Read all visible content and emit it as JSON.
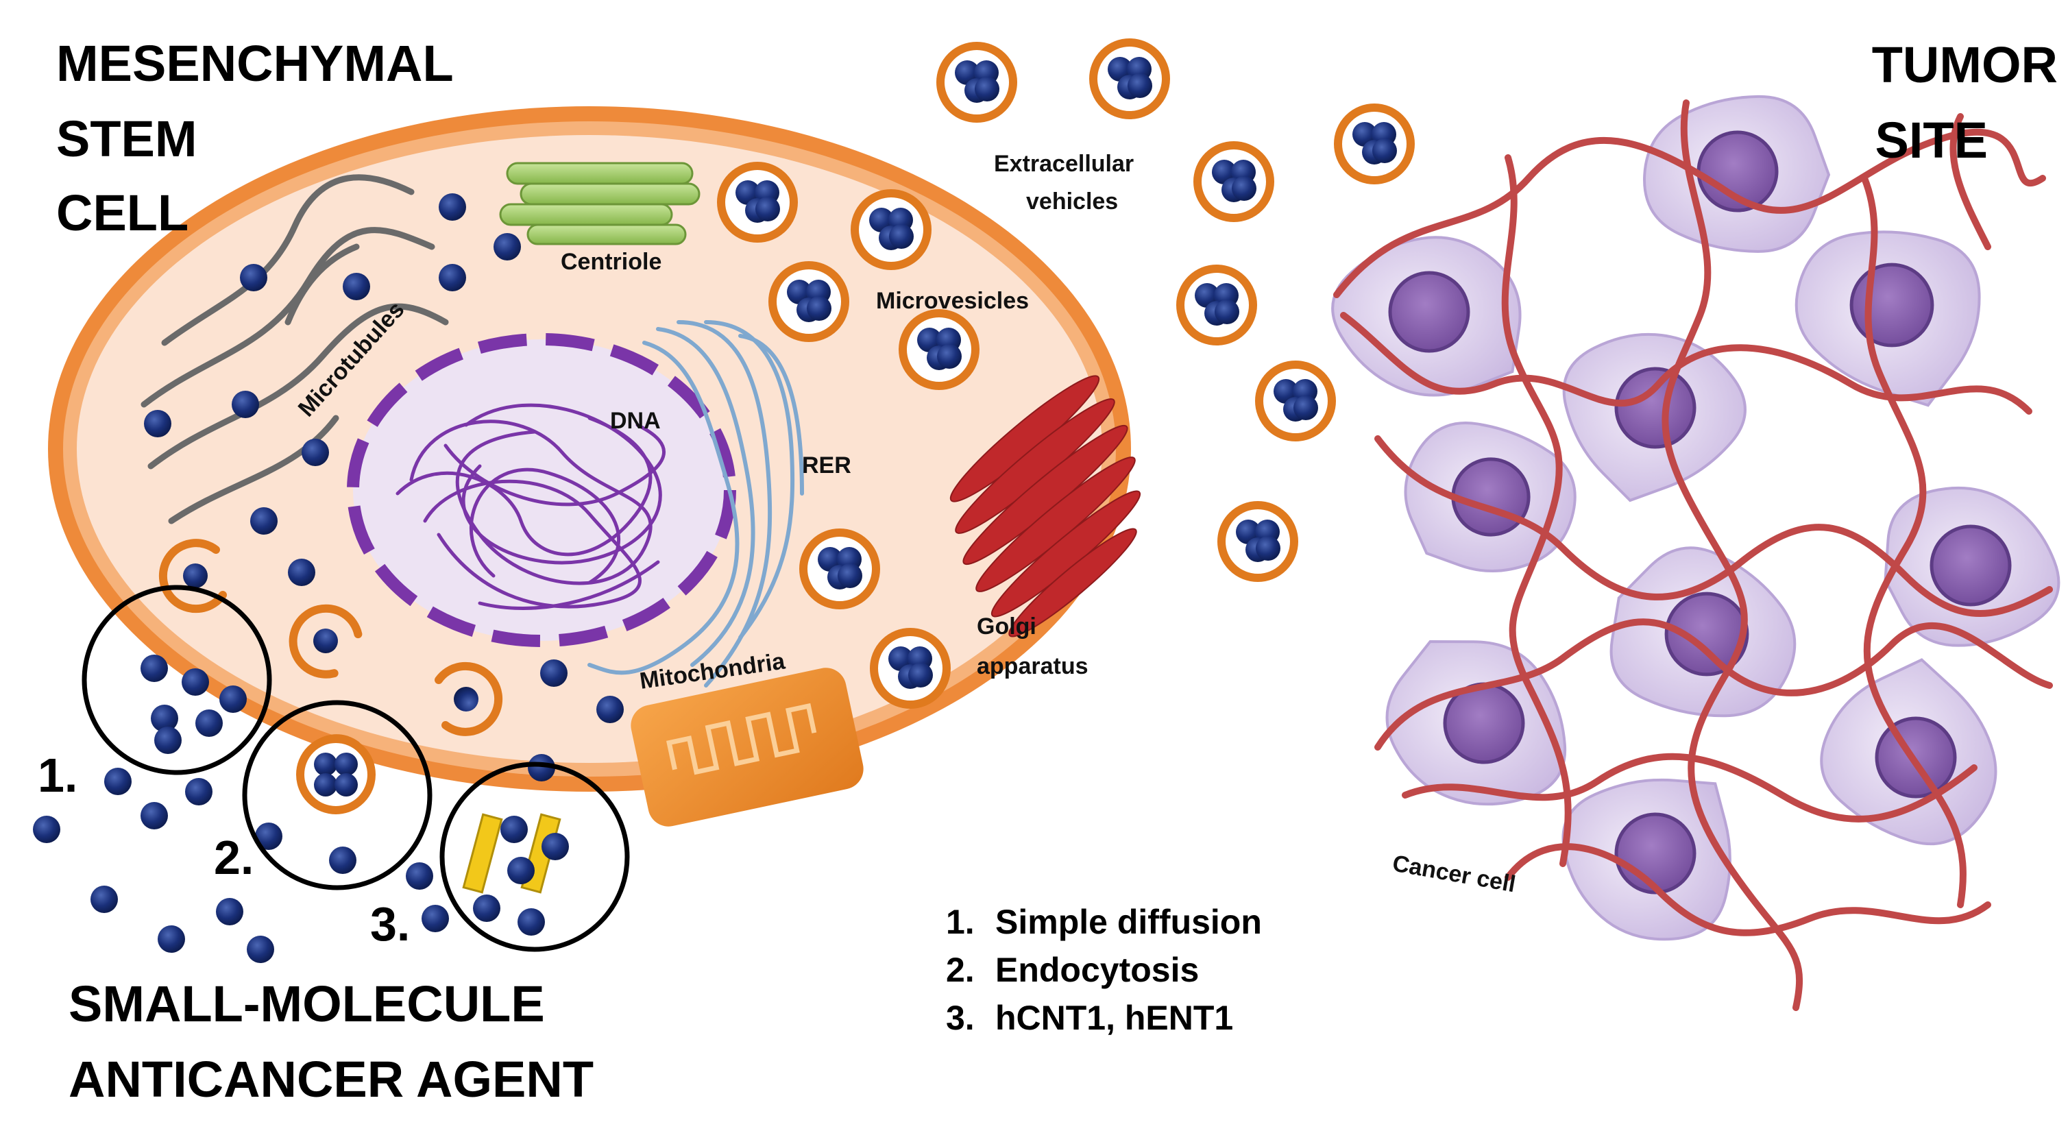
{
  "titles": {
    "msc": [
      "MESENCHYMAL",
      "STEM",
      "CELL"
    ],
    "tumor": [
      "TUMOR",
      "SITE"
    ],
    "agent": [
      "SMALL-MOLECULE",
      "ANTICANCER AGENT"
    ]
  },
  "labels": {
    "microtubules": "Microtubules",
    "centriole": "Centriole",
    "microvesicles": "Microvesicles",
    "extracellular": [
      "Extracellular",
      "vehicles"
    ],
    "dna": "DNA",
    "rer": "RER",
    "golgi": [
      "Golgi",
      "apparatus"
    ],
    "mitochondria": "Mitochondria",
    "cancer_cell": "Cancer cell"
  },
  "pathway_numbers": [
    "1.",
    "2.",
    "3."
  ],
  "mechanisms": [
    {
      "num": "1.",
      "text": "Simple diffusion"
    },
    {
      "num": "2.",
      "text": "Endocytosis"
    },
    {
      "num": "3.",
      "text": "hCNT1, hENT1"
    }
  ],
  "colors": {
    "membrane": "#EE8A3A",
    "cytoplasm": "#FCE3D2",
    "molecule": "#142A6E",
    "nucleus": "#7A35A8",
    "golgi": "#C0282B",
    "centriole": "#9CCB5A",
    "rer": "#7FA8CF",
    "tumor_cell": "#D9CCEB",
    "tumor_nucleus": "#8F67B2",
    "vessel": "#C04848",
    "transporter": "#F2C81A"
  }
}
